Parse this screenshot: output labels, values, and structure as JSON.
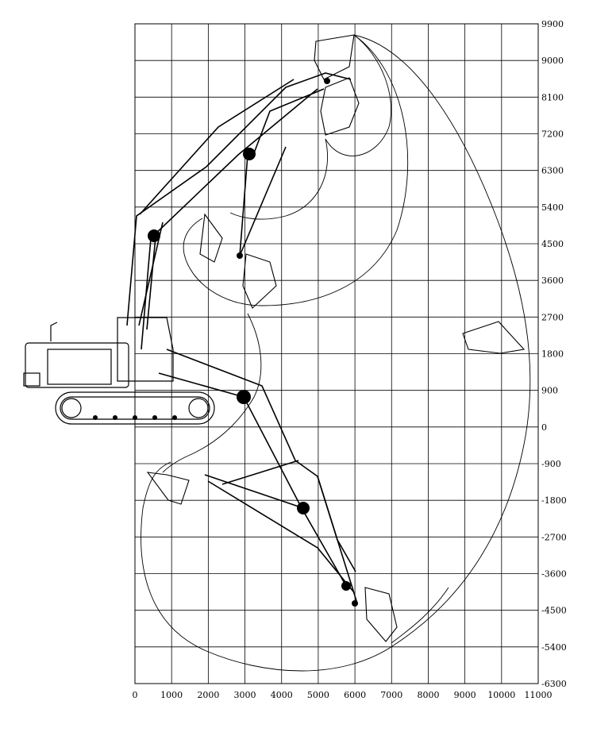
{
  "chart_data": {
    "type": "diagram",
    "x_ticks": [
      "0",
      "1000",
      "2000",
      "3000",
      "4000",
      "5000",
      "6000",
      "7000",
      "8000",
      "9000",
      "10000",
      "11000"
    ],
    "y_ticks": [
      "9900",
      "9000",
      "8100",
      "7200",
      "6300",
      "5400",
      "4500",
      "3600",
      "2700",
      "1800",
      "900",
      "0",
      "-900",
      "-1800",
      "-2700",
      "-3600",
      "-4500",
      "-5400",
      "-6300"
    ],
    "x_range": [
      0,
      11000
    ],
    "y_range": [
      -6300,
      9900
    ],
    "grid": true
  }
}
